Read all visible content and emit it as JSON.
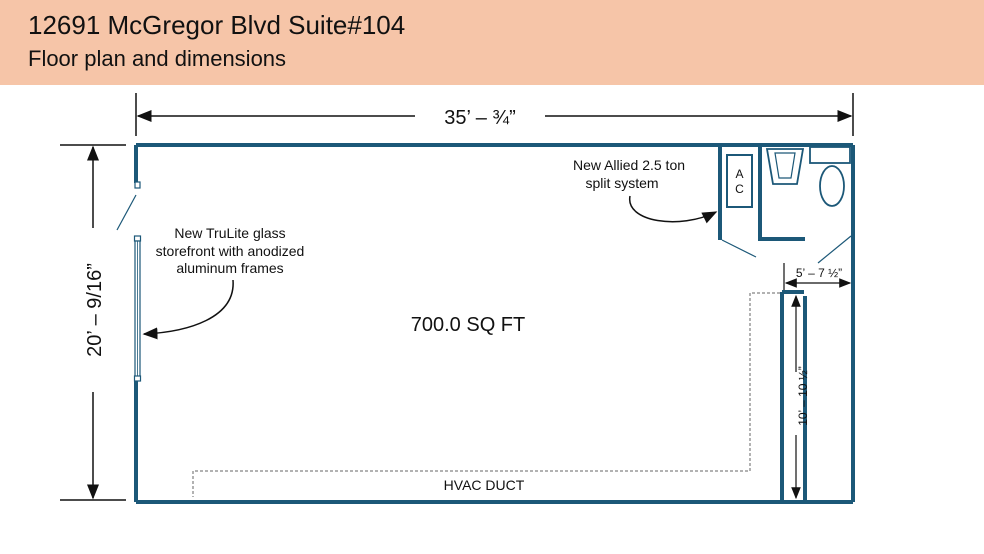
{
  "header": {
    "title": "12691 McGregor Blvd Suite#104",
    "subtitle": "Floor plan and dimensions"
  },
  "plan": {
    "width_dim": "35’ – ¾”",
    "height_dim": "20’ – 9/16”",
    "area": "700.0 SQ FT",
    "storefront_note": [
      "New TruLite glass",
      "storefront with anodized",
      "aluminum frames"
    ],
    "ac_note": [
      "New Allied 2.5 ton",
      "split system"
    ],
    "ac_label": [
      "A",
      "C"
    ],
    "side_dim": "5’ – 7 ½”",
    "vertical_dim": "10’ – 10 ½”",
    "duct_label": "HVAC DUCT"
  },
  "colors": {
    "header_bg": "#f6c5a8",
    "wall": "#1c5878",
    "text": "#111111"
  }
}
